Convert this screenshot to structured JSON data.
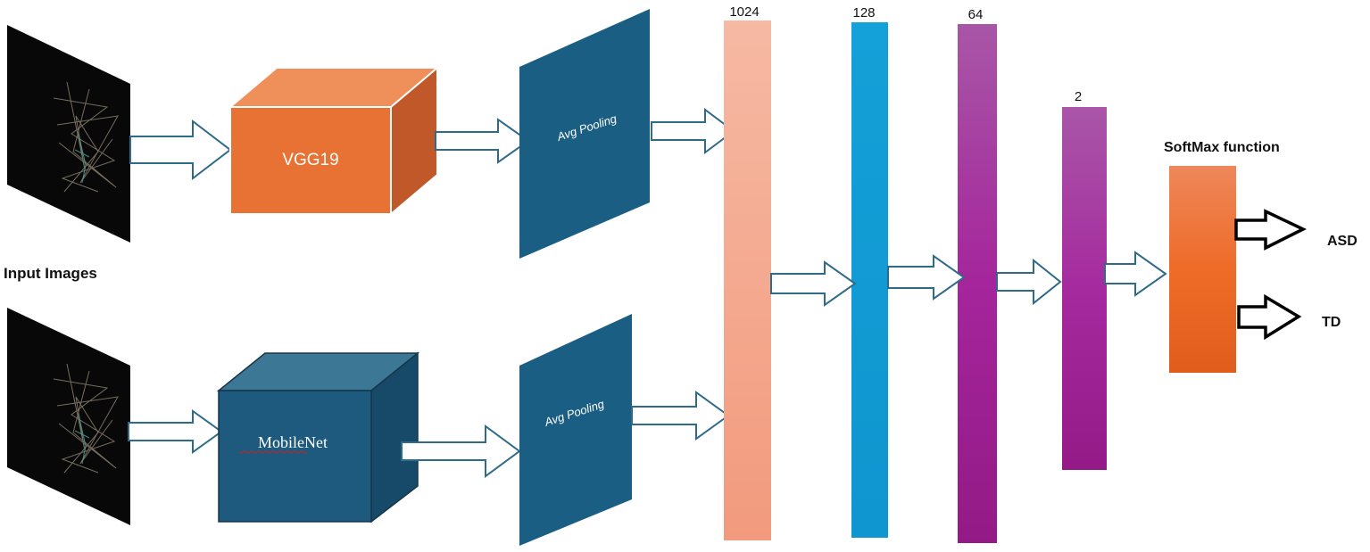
{
  "input": {
    "label": "Input Images"
  },
  "models": {
    "vgg": "VGG19",
    "mobilenet": "MobileNet"
  },
  "pooling": {
    "top": "Avg Pooling",
    "bottom": "Avg Pooling"
  },
  "dense_layers": [
    {
      "units": "1024"
    },
    {
      "units": "128"
    },
    {
      "units": "64"
    },
    {
      "units": "2"
    }
  ],
  "softmax": {
    "label": "SoftMax function"
  },
  "outputs": {
    "asd": "ASD",
    "td": "TD"
  },
  "colors": {
    "vgg_front": "#e87233",
    "vgg_top": "#ef8f5a",
    "vgg_side": "#c0582a",
    "mobilenet_front": "#1d5a7e",
    "mobilenet_top": "#3c7896",
    "mobilenet_side": "#174a69",
    "pooling": "#1a5f83",
    "dense_1024": "#f2a88c",
    "dense_128": "#129bd4",
    "dense_64": "#a0289a",
    "dense_2": "#a0289a",
    "softmax": "#ec6a25",
    "arrow_stroke": "#2e6a8a"
  }
}
